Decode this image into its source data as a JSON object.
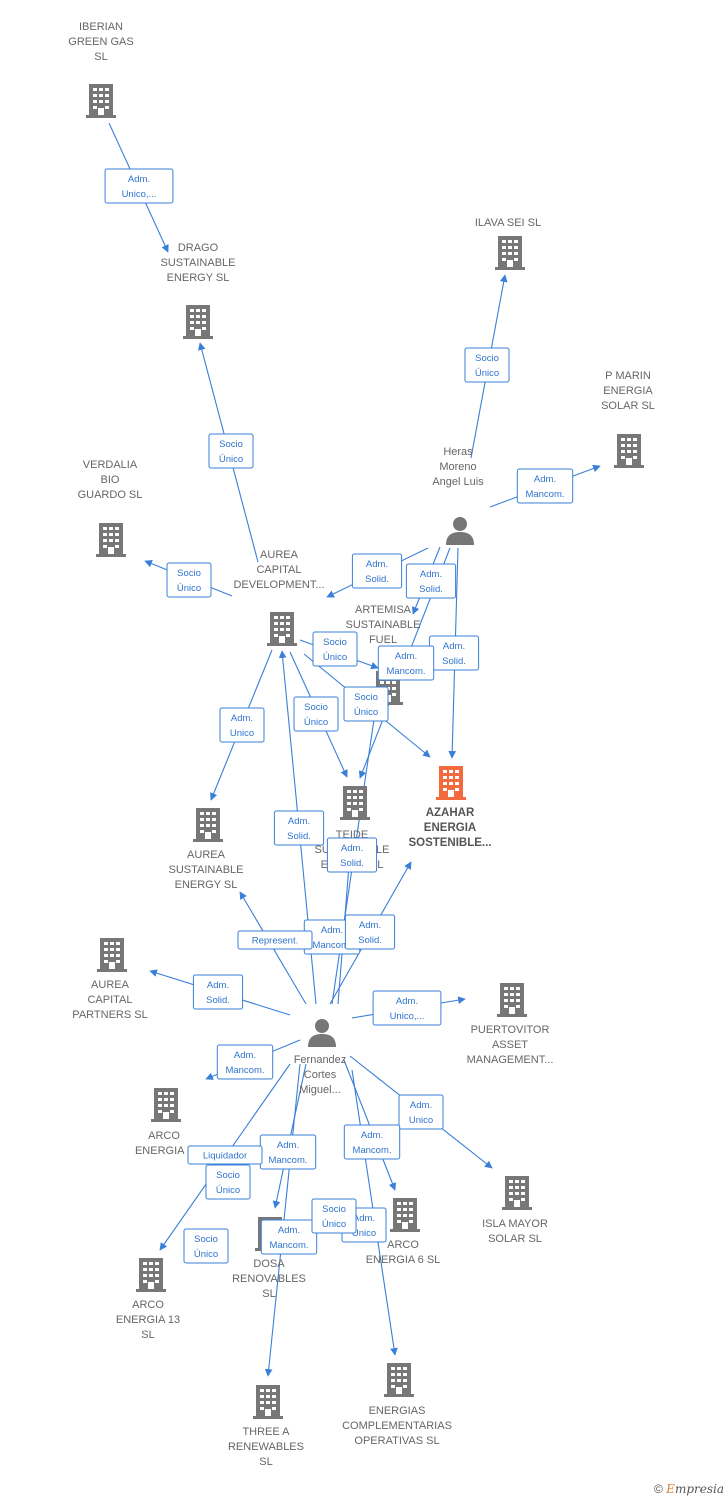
{
  "colors": {
    "edge": "#3a7fd8",
    "building": "#777777",
    "building_main": "#f26a3d",
    "person": "#777777"
  },
  "nodes": [
    {
      "id": "iberian",
      "type": "company",
      "lines": [
        "IBERIAN",
        "GREEN GAS",
        "SL"
      ]
    },
    {
      "id": "drago",
      "type": "company",
      "lines": [
        "DRAGO",
        "SUSTAINABLE",
        "ENERGY  SL"
      ]
    },
    {
      "id": "ilava",
      "type": "company",
      "lines": [
        "ILAVA SEI  SL"
      ]
    },
    {
      "id": "pmarin",
      "type": "company",
      "lines": [
        "P MARIN",
        "ENERGIA",
        "SOLAR SL"
      ]
    },
    {
      "id": "heras",
      "type": "person",
      "lines": [
        "Heras",
        "Moreno",
        "Angel Luis"
      ]
    },
    {
      "id": "verdalia",
      "type": "company",
      "lines": [
        "VERDALIA",
        "BIO",
        "GUARDO  SL"
      ]
    },
    {
      "id": "aurea_dev",
      "type": "company",
      "lines": [
        "AUREA",
        "CAPITAL",
        "DEVELOPMENT..."
      ]
    },
    {
      "id": "artemisa",
      "type": "company",
      "lines": [
        "ARTEMISA",
        "SUSTAINABLE",
        "FUEL"
      ]
    },
    {
      "id": "azahar",
      "type": "company_main",
      "lines": [
        "AZAHAR",
        "ENERGIA",
        "SOSTENIBLE..."
      ]
    },
    {
      "id": "teide",
      "type": "company",
      "lines": [
        "TEIDE",
        "SUSTAINABLE",
        "ENERGY  SL"
      ]
    },
    {
      "id": "aurea_sus",
      "type": "company",
      "lines": [
        "AUREA",
        "SUSTAINABLE",
        "ENERGY  SL"
      ]
    },
    {
      "id": "aurea_part",
      "type": "company",
      "lines": [
        "AUREA",
        "CAPITAL",
        "PARTNERS  SL"
      ]
    },
    {
      "id": "puertovitor",
      "type": "company",
      "lines": [
        "PUERTOVITOR",
        "ASSET",
        "MANAGEMENT..."
      ]
    },
    {
      "id": "fernandez",
      "type": "person",
      "lines": [
        "Fernandez",
        "Cortes",
        "Miguel..."
      ]
    },
    {
      "id": "arco8",
      "type": "company",
      "lines": [
        "ARCO",
        "ENERGIA 8"
      ]
    },
    {
      "id": "islamayor",
      "type": "company",
      "lines": [
        "ISLA MAYOR",
        "SOLAR  SL"
      ]
    },
    {
      "id": "arco6",
      "type": "company",
      "lines": [
        "ARCO",
        "ENERGIA 6  SL"
      ]
    },
    {
      "id": "dosa",
      "type": "company",
      "lines": [
        "DOSA",
        "RENOVABLES",
        "SL"
      ]
    },
    {
      "id": "arco13",
      "type": "company",
      "lines": [
        "ARCO",
        "ENERGIA 13",
        "SL"
      ]
    },
    {
      "id": "threea",
      "type": "company",
      "lines": [
        "THREE A",
        "RENEWABLES",
        "SL"
      ]
    },
    {
      "id": "energias",
      "type": "company",
      "lines": [
        "ENERGIAS",
        "COMPLEMENTARIAS",
        "OPERATIVAS SL"
      ]
    }
  ],
  "edges": [
    {
      "from": "iberian",
      "to": "drago",
      "label": [
        "Adm.",
        "Unico,..."
      ]
    },
    {
      "from": "aurea_dev",
      "to": "drago",
      "label": [
        "Socio",
        "Único"
      ]
    },
    {
      "from": "heras",
      "to": "ilava",
      "label": [
        "Socio",
        "Único"
      ]
    },
    {
      "from": "heras",
      "to": "pmarin",
      "label": [
        "Adm.",
        "Mancom."
      ]
    },
    {
      "from": "heras",
      "to": "aurea_dev",
      "label": [
        "Adm.",
        "Solid."
      ]
    },
    {
      "from": "heras",
      "to": "artemisa",
      "label": [
        "Adm.",
        "Solid."
      ]
    },
    {
      "from": "heras",
      "to": "azahar",
      "label": [
        "Adm.",
        "Solid."
      ]
    },
    {
      "from": "heras",
      "to": "teide",
      "label": [
        "Adm.",
        "Mancom."
      ]
    },
    {
      "from": "aurea_dev",
      "to": "verdalia",
      "label": [
        "Socio",
        "Único"
      ]
    },
    {
      "from": "aurea_dev",
      "to": "artemisa",
      "label": [
        "Socio",
        "Único"
      ]
    },
    {
      "from": "aurea_dev",
      "to": "teide",
      "label": [
        "Socio",
        "Único"
      ]
    },
    {
      "from": "aurea_dev",
      "to": "azahar",
      "label": [
        "Socio",
        "Único"
      ]
    },
    {
      "from": "aurea_dev",
      "to": "aurea_sus",
      "label": [
        "Adm.",
        "Unico"
      ]
    },
    {
      "from": "fernandez",
      "to": "aurea_dev",
      "label": [
        "Adm.",
        "Solid."
      ]
    },
    {
      "from": "fernandez",
      "to": "teide",
      "label": [
        "Adm.",
        "Solid."
      ]
    },
    {
      "from": "fernandez",
      "to": "artemisa",
      "label": [
        "Adm.",
        "Mancom."
      ]
    },
    {
      "from": "fernandez",
      "to": "azahar",
      "label": [
        "Adm.",
        "Solid."
      ]
    },
    {
      "from": "fernandez",
      "to": "aurea_sus",
      "label": [
        "Represent."
      ]
    },
    {
      "from": "fernandez",
      "to": "aurea_part",
      "label": [
        "Adm.",
        "Solid."
      ]
    },
    {
      "from": "fernandez",
      "to": "puertovitor",
      "label": [
        "Adm.",
        "Unico,..."
      ]
    },
    {
      "from": "fernandez",
      "to": "arco8",
      "label": [
        "Adm.",
        "Mancom."
      ]
    },
    {
      "from": "fernandez",
      "to": "islamayor",
      "label": [
        "Adm.",
        "Unico"
      ]
    },
    {
      "from": "fernandez",
      "to": "arco6",
      "label": [
        "Adm.",
        "Mancom."
      ]
    },
    {
      "from": "fernandez",
      "to": "dosa",
      "label": [
        "Adm.",
        "Mancom."
      ]
    },
    {
      "from": "fernandez",
      "to": "arco13",
      "label": [
        "Liquidador"
      ]
    },
    {
      "from": "fernandez",
      "to": "threea",
      "label": [
        "Adm.",
        "Mancom."
      ]
    },
    {
      "from": "fernandez",
      "to": "energias",
      "label": [
        "Adm.",
        "Unico"
      ]
    },
    {
      "from": "fernandez",
      "to": "arco6",
      "label": [
        "Socio",
        "Único"
      ]
    },
    {
      "from": "fernandez",
      "to": "dosa",
      "label": [
        "Socio",
        "Único"
      ]
    },
    {
      "from": "fernandez",
      "to": "arco13",
      "label": [
        "Socio",
        "Único"
      ]
    }
  ],
  "footer": {
    "copyright": "©",
    "brand_first": "E",
    "brand_rest": "mpresia"
  }
}
